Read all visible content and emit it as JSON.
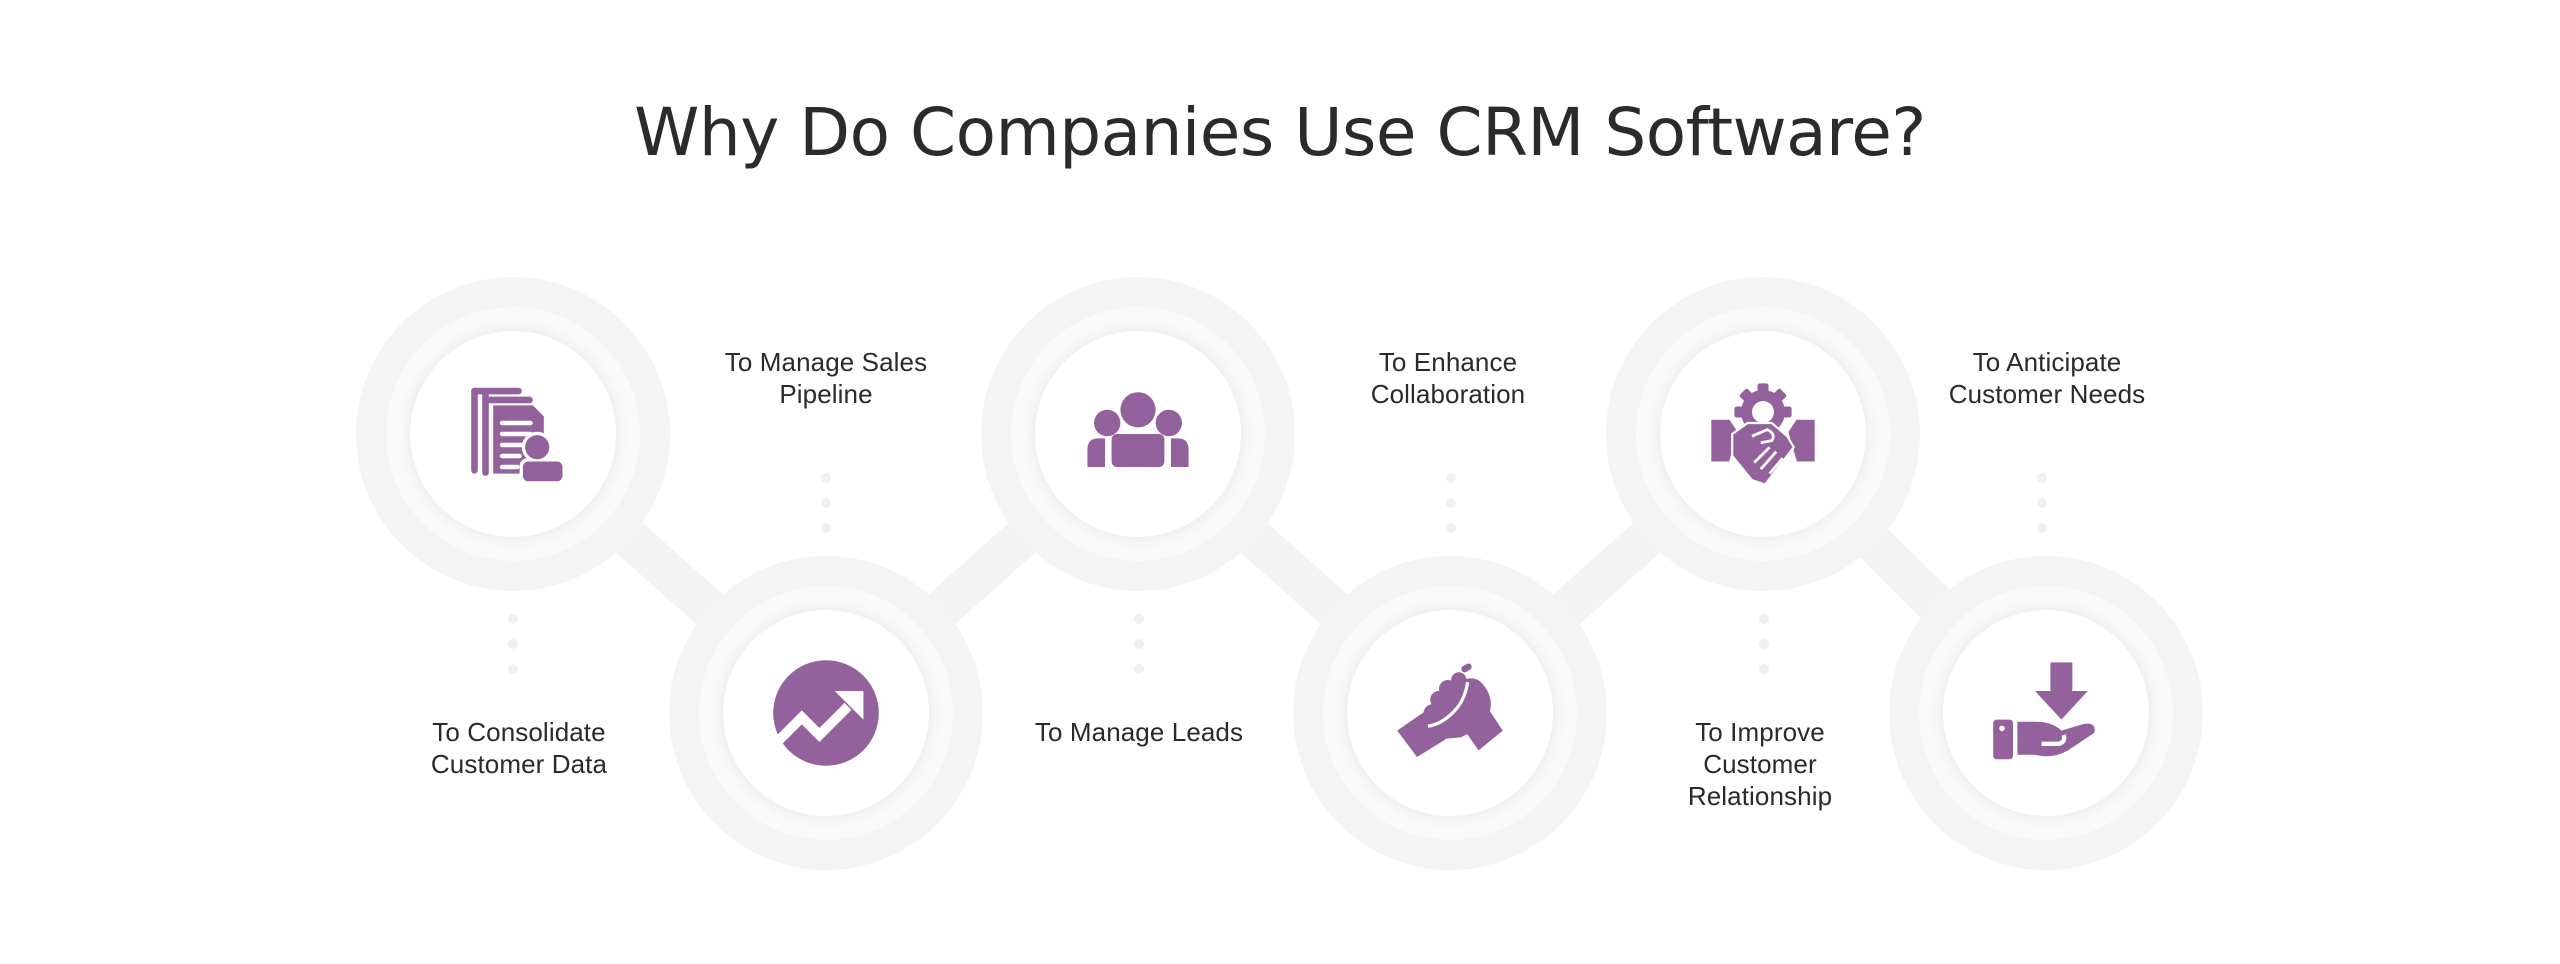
{
  "title": "Why Do Companies Use CRM Software?",
  "colors": {
    "icon": "#93629d",
    "ring": "#f4f4f4",
    "connector": "#f3f3f3",
    "text": "#2a2a2a",
    "dot": "#f0f0f0"
  },
  "steps": [
    {
      "id": 1,
      "row": "top",
      "icon": "customer-documents-icon",
      "label_lines": [
        "To Consolidate",
        "Customer Data"
      ]
    },
    {
      "id": 2,
      "row": "bottom",
      "icon": "growth-chart-icon",
      "label_lines": [
        "To Manage Sales",
        "Pipeline"
      ]
    },
    {
      "id": 3,
      "row": "top",
      "icon": "team-group-icon",
      "label_lines": [
        "To Manage Leads"
      ]
    },
    {
      "id": 4,
      "row": "bottom",
      "icon": "arm-wrestle-hands-icon",
      "label_lines": [
        "To Enhance",
        "Collaboration"
      ]
    },
    {
      "id": 5,
      "row": "top",
      "icon": "handshake-gear-icon",
      "label_lines": [
        "To Improve",
        "Customer",
        "Relationship"
      ]
    },
    {
      "id": 6,
      "row": "bottom",
      "icon": "hand-receive-download-icon",
      "label_lines": [
        "To Anticipate",
        "Customer Needs"
      ]
    }
  ]
}
